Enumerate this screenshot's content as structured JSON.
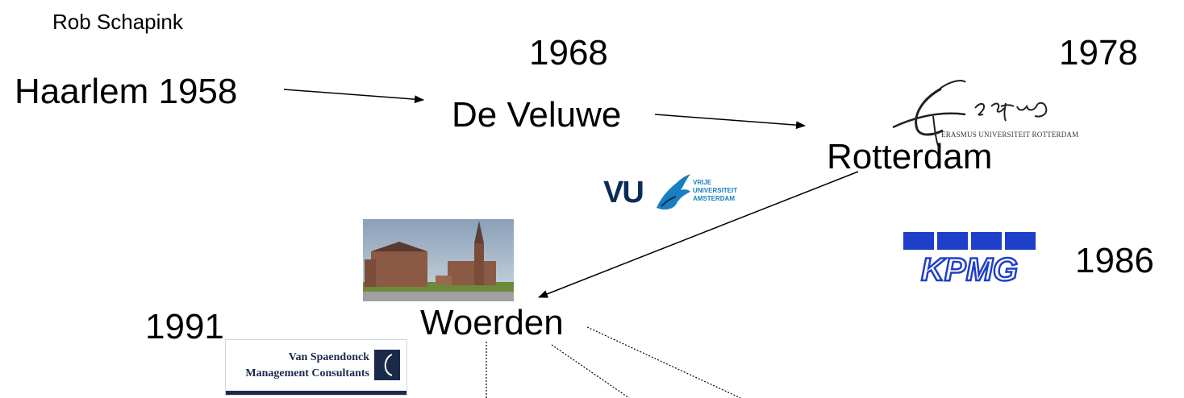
{
  "author": "Rob Schapink",
  "places": {
    "haarlem": "Haarlem 1958",
    "veluwe": "De Veluwe",
    "rotterdam": "Rotterdam",
    "woerden": "Woerden"
  },
  "years": {
    "y1968": "1968",
    "y1978": "1978",
    "y1986": "1986",
    "y1991": "1991"
  },
  "logos": {
    "erasmus_caption": "ERASMUS UNIVERSITEIT ROTTERDAM",
    "vu_mark": "VU",
    "vu_text": "VRIJE\nUNIVERSITEIT\nAMSTERDAM",
    "kpmg": "KPMG",
    "vsmc_line1": "Van Spaendonck",
    "vsmc_line2": "Management Consultants"
  },
  "colors": {
    "kpmg_blue": "#1e3fc8",
    "vu_navy": "#0b2c5a",
    "vu_blue": "#1a7fc1",
    "vsmc_navy": "#1c2a4a"
  }
}
